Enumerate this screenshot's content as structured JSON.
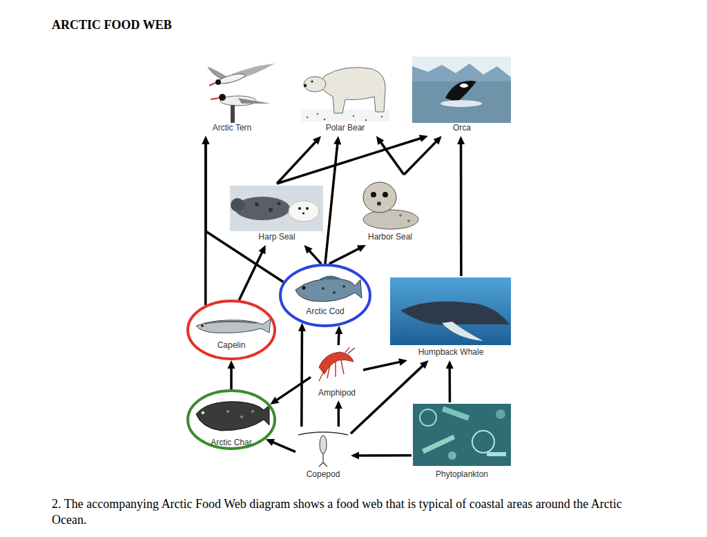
{
  "diagram": {
    "title": "ARCTIC FOOD WEB",
    "caption": "2. The accompanying Arctic Food Web diagram shows a food web that is typical of coastal areas around the Arctic Ocean.",
    "nodes": [
      {
        "text": [
          "Arctic Tern"
        ]
      },
      {
        "text": [
          "Polar Bear"
        ]
      },
      {
        "text": [
          "Orca"
        ]
      },
      {
        "text": [
          "Harp Seal"
        ]
      },
      {
        "text": [
          "Harbor Seal"
        ]
      },
      {
        "text": [
          "Arctic Cod"
        ]
      },
      {
        "text": [
          "Capelin"
        ]
      },
      {
        "text": [
          "Humpback Whale"
        ]
      },
      {
        "text": [
          "Amphipod"
        ]
      },
      {
        "text": [
          "Arctic Char"
        ]
      },
      {
        "text": [
          "Copepod"
        ]
      },
      {
        "text": [
          "Phytoplankton"
        ]
      }
    ],
    "edges": [
      {
        "from": 6,
        "to": 0,
        "arrow": "to"
      },
      {
        "from": 5,
        "to": 0,
        "arrow": "to"
      },
      {
        "from": 6,
        "to": 3,
        "arrow": "to"
      },
      {
        "from": 5,
        "to": 3,
        "arrow": "to"
      },
      {
        "from": 5,
        "to": 4,
        "arrow": "to"
      },
      {
        "from": 5,
        "to": 1,
        "arrow": "to"
      },
      {
        "from": 3,
        "to": 1,
        "arrow": "to"
      },
      {
        "from": 3,
        "to": 2,
        "arrow": "to"
      },
      {
        "from": 4,
        "to": 1,
        "arrow": "to"
      },
      {
        "from": 4,
        "to": 2,
        "arrow": "to"
      },
      {
        "from": 7,
        "to": 2,
        "arrow": "to"
      },
      {
        "from": 8,
        "to": 5,
        "arrow": "to"
      },
      {
        "from": 10,
        "to": 5,
        "arrow": "to"
      },
      {
        "from": 8,
        "to": 9,
        "arrow": "to"
      },
      {
        "from": 8,
        "to": 7,
        "arrow": "to"
      },
      {
        "from": 10,
        "to": 7,
        "arrow": "to"
      },
      {
        "from": 10,
        "to": 8,
        "arrow": "to"
      },
      {
        "from": 10,
        "to": 9,
        "arrow": "to"
      },
      {
        "from": 11,
        "to": 10,
        "arrow": "to"
      },
      {
        "from": 11,
        "to": 7,
        "arrow": "to"
      },
      {
        "from": 9,
        "to": 6,
        "arrow": "to"
      }
    ]
  }
}
